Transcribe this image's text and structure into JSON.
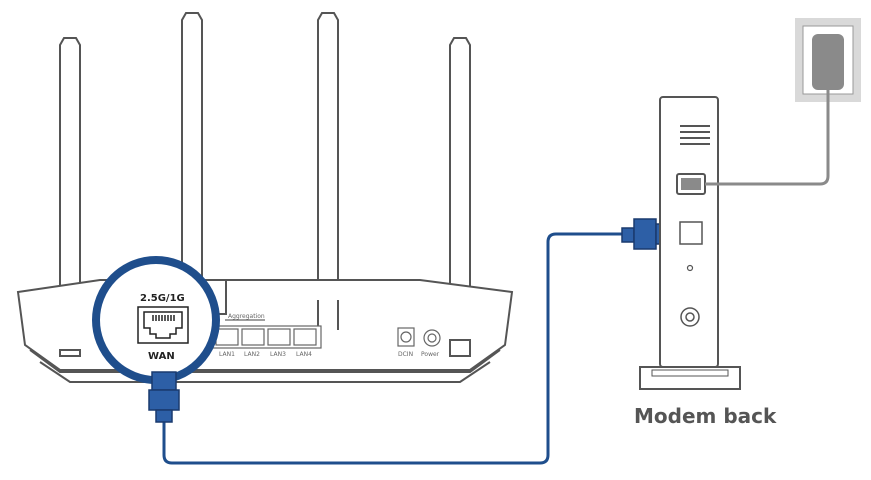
{
  "router": {
    "wan_speed_label": "2.5G/1G",
    "wan_label": "WAN",
    "aggregation_label": "Aggregation",
    "lan_labels": [
      "LAN1",
      "LAN2",
      "LAN3",
      "LAN4"
    ],
    "dcin_label": "DCIN",
    "power_label": "Power"
  },
  "modem": {
    "caption": "Modem back"
  },
  "colors": {
    "cable": "#1f4e8c",
    "outline": "#5a5a5a",
    "power_cable": "#8a8a8a"
  }
}
